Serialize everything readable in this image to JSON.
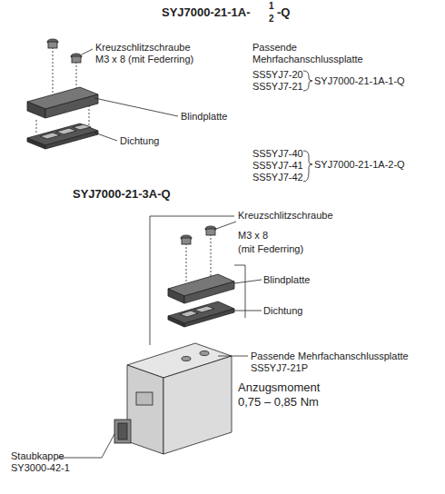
{
  "diagram": {
    "labels": [
      "SYJ7000-21-1A-",
      "1",
      "2",
      "-Q",
      "Kreuzschlitzschraube",
      "M3 x 8 (mit Federring)",
      "Passende Mehrfachanschlussplatte",
      "SS5YJ7-20",
      "SS5YJ7-21",
      "SYJ7000-21-1A-1-Q",
      "Blindplatte",
      "Dichtung",
      "SS5YJ7-40",
      "SS5YJ7-41",
      "SS5YJ7-42",
      "SYJ7000-21-1A-2-Q",
      "SYJ7000-21-3A-Q",
      "Kreuzschlitzschraube",
      "M3 x 8",
      "(mit Federring)",
      "Blindplatte",
      "Dichtung",
      "Passende Mehrfachanschlussplatte",
      "SS5YJ7-21P",
      "Anzugsmoment",
      "0,75 – 0,85 Nm",
      "Staubkappe",
      "SY3000-42-1"
    ]
  }
}
